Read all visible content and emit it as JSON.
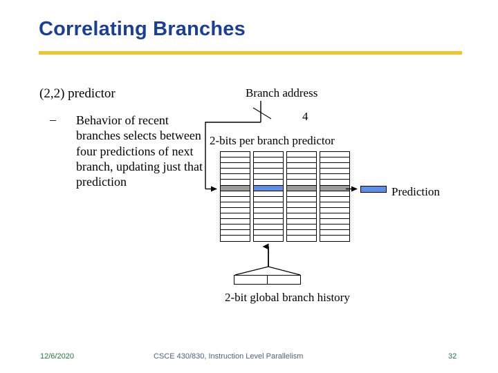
{
  "slide": {
    "title": "Correlating Branches",
    "accent_rule_color": "#F0C52B",
    "title_color": "#1B3F94"
  },
  "body": {
    "heading": "(2,2) predictor",
    "bullet_marker": "–",
    "bullet_text": "Behavior of recent branches selects between four predictions of next branch, updating just that prediction"
  },
  "diagram": {
    "branch_address_label": "Branch address",
    "bus_width_label": "4",
    "predictor_table_label": "2-bits per branch predictor",
    "prediction_label": "Prediction",
    "global_history_label": "2-bit global branch history",
    "columns": 4,
    "rows_per_column": 16,
    "highlight_row_index": 6,
    "column_highlight_colors": [
      "#9B9B9B",
      "#5B8FE8",
      "#9B9B9B",
      "#9B9B9B"
    ],
    "prediction_swatch_color": "#5B8FE8",
    "gray_color": "#9B9B9B",
    "blue_color": "#5B8FE8"
  },
  "footer": {
    "date": "12/6/2020",
    "course": "CSCE 430/830, Instruction Level Parallelism",
    "page_number": "32",
    "date_color": "#1F7A3D",
    "course_color": "#4A5F86"
  }
}
